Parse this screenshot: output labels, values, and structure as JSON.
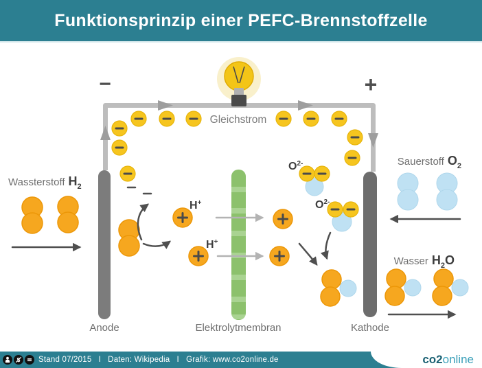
{
  "header": {
    "title": "Funktionsprinzip einer PEFC-Brennstoffzelle"
  },
  "diagram": {
    "terminal_minus": "−",
    "terminal_plus": "+",
    "current_label": "Gleichstrom",
    "hydrogen": {
      "name": "Wassterstoff",
      "symbol": "H",
      "subscript": "2"
    },
    "oxygen": {
      "name": "Sauerstoff",
      "symbol": "O",
      "subscript": "2"
    },
    "water": {
      "name": "Wasser",
      "h": "H",
      "subscript": "2",
      "o": "O"
    },
    "h_ion": {
      "symbol": "H",
      "superscript": "+"
    },
    "o_ion": {
      "symbol": "O",
      "superscript": "2-"
    },
    "anode_label": "Anode",
    "membrane_label": "Elektrolytmembran",
    "cathode_label": "Kathode",
    "icons": [
      "light-bulb-icon"
    ]
  },
  "footer": {
    "credit": "Stand 07/2015   I   Daten: Wikipedia   I   Grafik: www.co2online.de",
    "license_icons": [
      "cc-by-icon",
      "cc-nc-icon",
      "cc-nd-icon"
    ],
    "logo": {
      "part1": "co2",
      "part2": "online"
    }
  },
  "colors": {
    "teal": "#2C7F91",
    "molecule_orange": "#F6A71F",
    "electron_yellow": "#F6C51F",
    "oxygen_blue": "#BFE1F3",
    "membrane_green": "#8CC16C",
    "membrane_green_light": "#A9D391",
    "electrode_gray": "#7C7C7C",
    "wire_gray": "#BDBDBD",
    "text_gray": "#6E6E6E",
    "text_dark": "#3D3D3D",
    "logo_dark": "#1B6173",
    "logo_light": "#3BA0B9"
  }
}
